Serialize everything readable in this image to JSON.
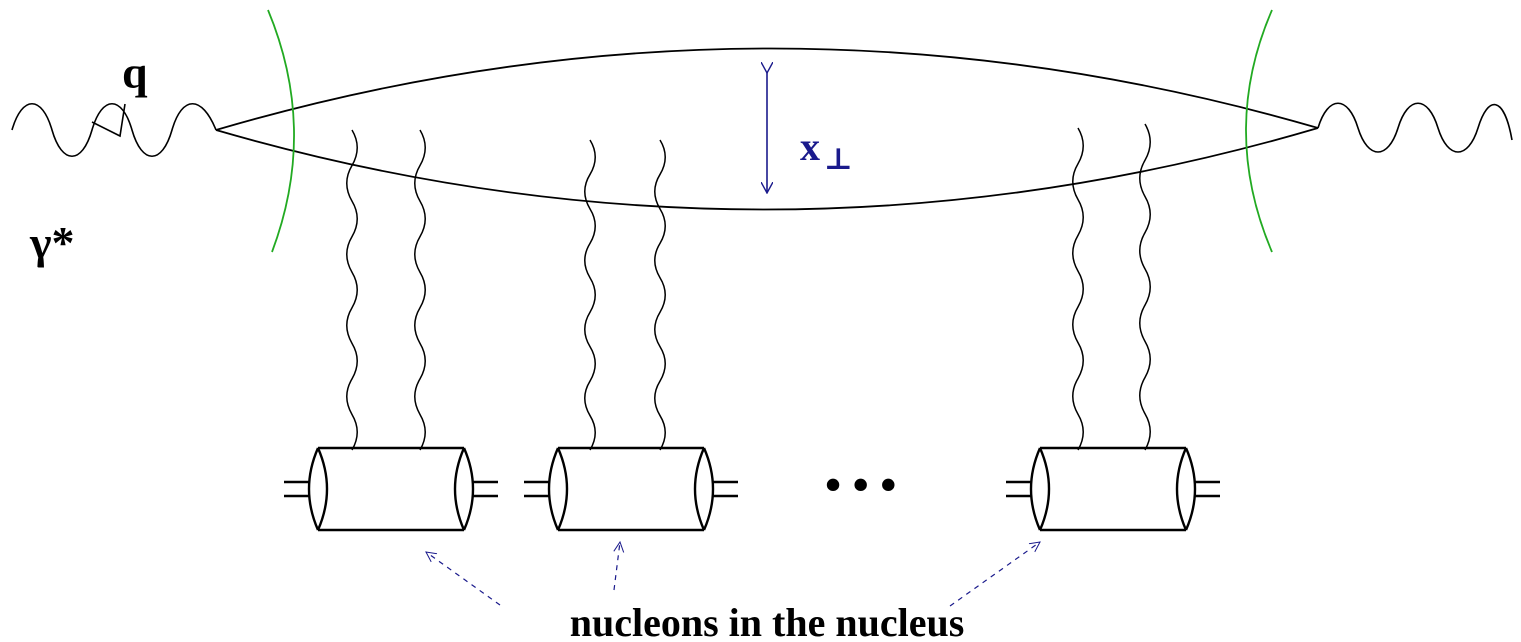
{
  "labels": {
    "momentum": "q",
    "photon": "γ*",
    "separation": "x",
    "separation_sub": "⊥",
    "ellipsis": "• • •",
    "caption": "nucleons in the nucleus"
  },
  "colors": {
    "lines": "#000000",
    "cut_lines": "#22aa22",
    "annotation": "#1a1a8c"
  },
  "icons": {
    "external_photon": "wavy-line",
    "exchanged_gluon": "wavy-line",
    "nucleon": "cylinder-icon",
    "pointer": "dashed-arrow-icon"
  }
}
